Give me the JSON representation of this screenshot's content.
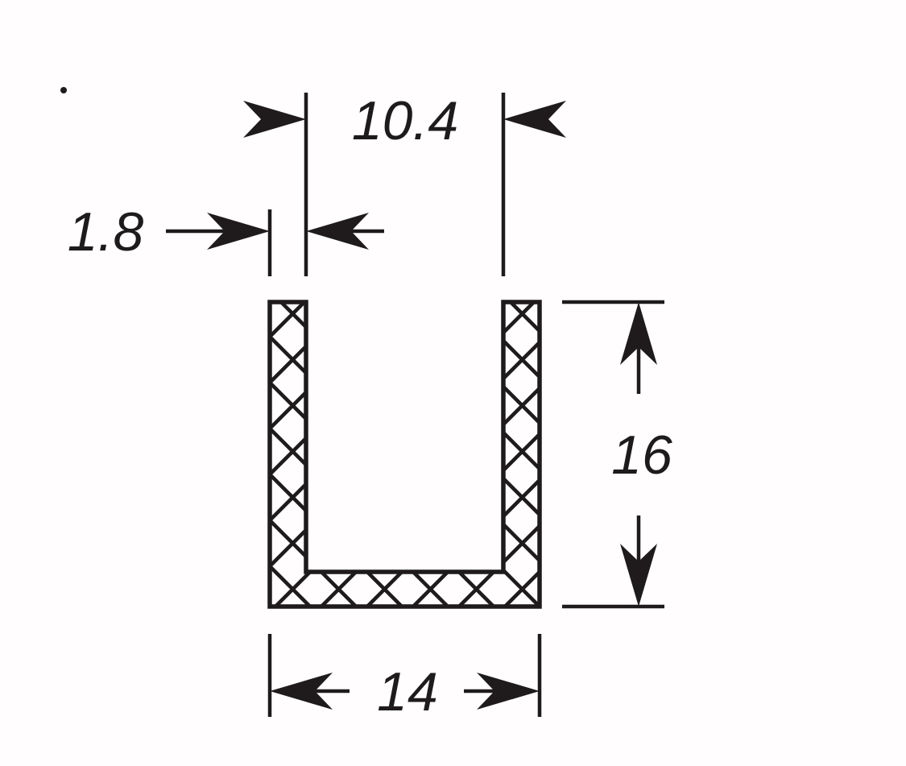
{
  "page": {
    "background_color": "#fffdfd",
    "ink_color": "#1f1b1c"
  },
  "drawing": {
    "type": "technical-drawing",
    "subject": "U-channel profile cross-section",
    "hatch_style": "45-degree crosshatch (section cut)",
    "dimensions": {
      "inner_width": "10.4",
      "wall_thickness": "1.8",
      "height": "16",
      "outer_width": "14"
    }
  }
}
